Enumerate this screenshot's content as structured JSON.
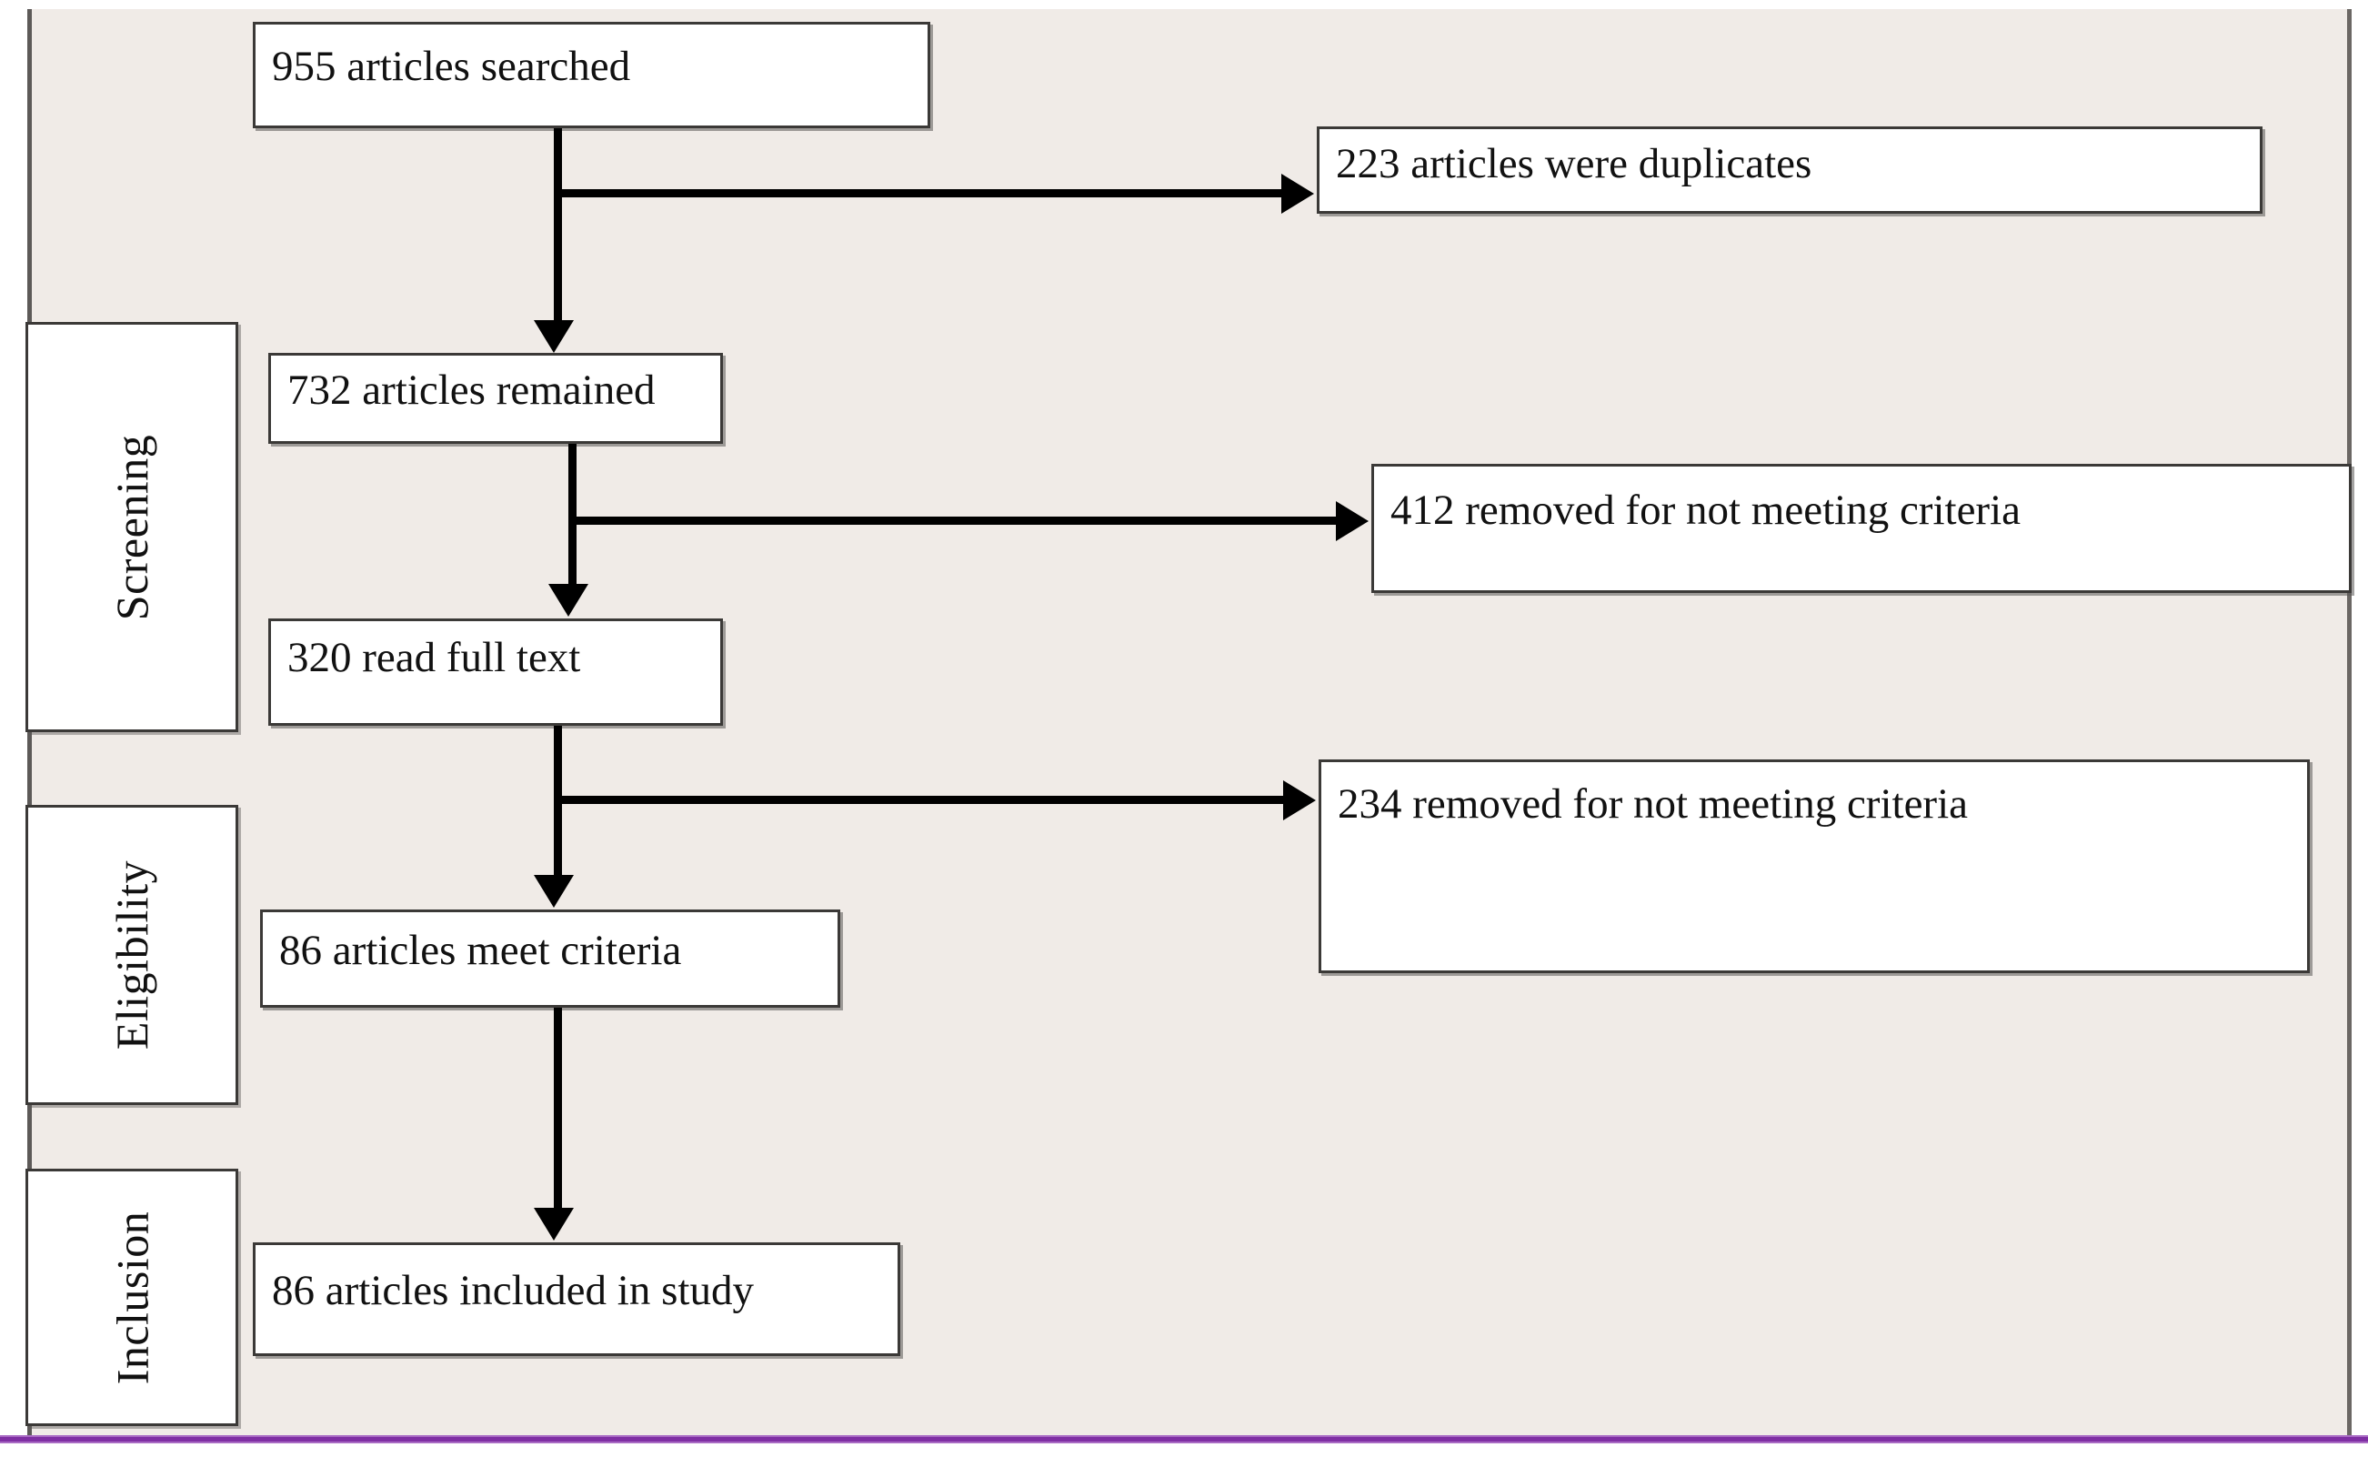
{
  "diagram": {
    "type": "prisma-flow-diagram",
    "background_color": "#f0ebe7",
    "box_fill_color": "#ffffff",
    "box_border_color": "#3b3937",
    "connector_color": "#000000",
    "accent_line_color": "#7f2fa3",
    "stage_labels": [
      {
        "id": "screening",
        "label": "Screening"
      },
      {
        "id": "eligibility",
        "label": "Eligibility"
      },
      {
        "id": "inclusion",
        "label": "Inclusion"
      }
    ],
    "main_nodes": [
      {
        "id": "searched",
        "label": "955 articles searched"
      },
      {
        "id": "remained",
        "label": "732 articles remained"
      },
      {
        "id": "fulltext",
        "label": "320 read full text"
      },
      {
        "id": "meet",
        "label": "86 articles  meet criteria"
      },
      {
        "id": "included",
        "label": "86 articles  included in study"
      }
    ],
    "exclusion_nodes": [
      {
        "id": "duplicates",
        "label": "223 articles were duplicates"
      },
      {
        "id": "excluded-412",
        "label": "412 removed for not meeting criteria"
      },
      {
        "id": "excluded-234",
        "label": "234 removed for not meeting criteria"
      }
    ],
    "flow": {
      "counts": {
        "searched": 955,
        "duplicates": 223,
        "remained": 732,
        "excluded_screening": 412,
        "full_text_read": 320,
        "excluded_eligibility": 234,
        "meet_criteria": 86,
        "included": 86
      }
    }
  }
}
